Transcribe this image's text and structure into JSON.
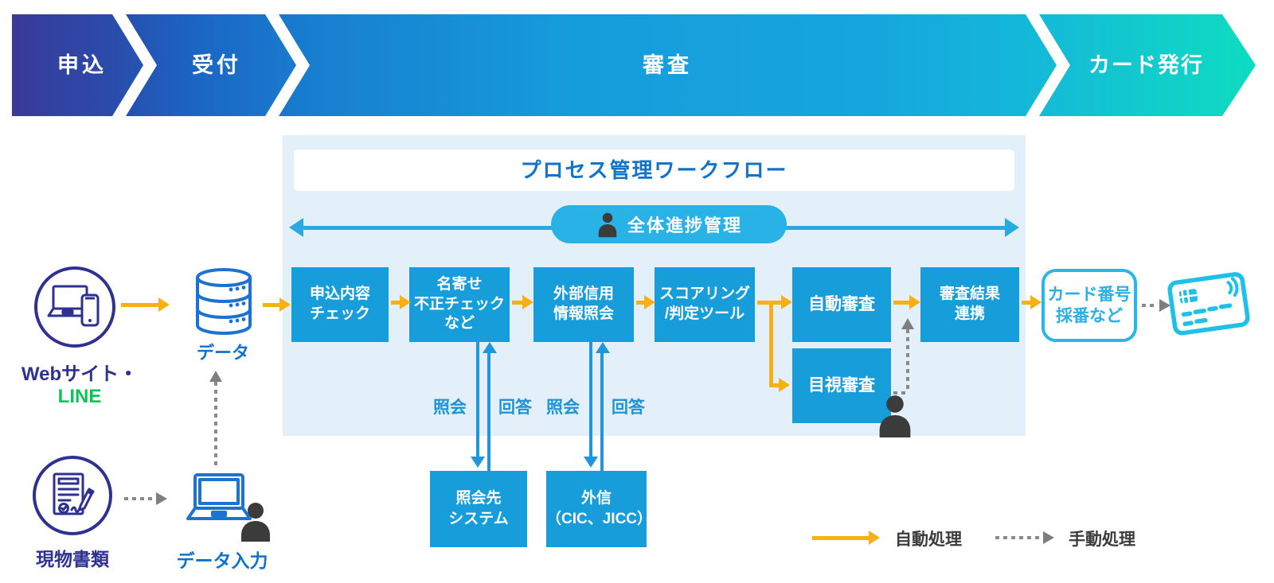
{
  "phases": [
    {
      "label": "申込"
    },
    {
      "label": "受付"
    },
    {
      "label": "審査"
    },
    {
      "label": "カード発行"
    }
  ],
  "workflow": {
    "title": "プロセス管理ワークフロー",
    "overall_label": "全体進捗管理",
    "steps": [
      {
        "lines": [
          "申込内容",
          "チェック"
        ]
      },
      {
        "lines": [
          "名寄せ",
          "不正チェック",
          "など"
        ]
      },
      {
        "lines": [
          "外部信用",
          "情報照会"
        ]
      },
      {
        "lines": [
          "スコアリング",
          "/判定ツール"
        ]
      },
      {
        "lines": [
          "自動審査"
        ]
      },
      {
        "lines": [
          "審査結果",
          "連携"
        ]
      }
    ],
    "visual_review_label": "目視審査"
  },
  "sources": {
    "web_label": "Webサイト・",
    "line_label": "LINE",
    "data_label": "データ",
    "documents_label": "現物書類",
    "data_entry_label": "データ入力"
  },
  "external": {
    "inquiry_label": "照会",
    "reply_label": "回答",
    "systems": [
      {
        "lines": [
          "照会先",
          "システム"
        ]
      },
      {
        "lines": [
          "外信",
          "（CIC、JICC）"
        ]
      }
    ]
  },
  "output": {
    "card_numbering": {
      "lines": [
        "カード番号",
        "採番など"
      ]
    }
  },
  "legend": {
    "auto_label": "自動処理",
    "manual_label": "手動処理"
  },
  "colors": {
    "bar_start": "#393A99",
    "bar_mid": "#159CDB",
    "bar_end": "#0EDCC0",
    "box_blue": "#189DDB",
    "panel_bg": "#E4F0F9",
    "auto_yellow": "#F9B016",
    "manual_gray": "#8A8A8A",
    "indigo": "#2E3192",
    "line_green": "#06C755",
    "card_cyan": "#29B6E8",
    "inquiry_blue": "#1E93D6"
  }
}
